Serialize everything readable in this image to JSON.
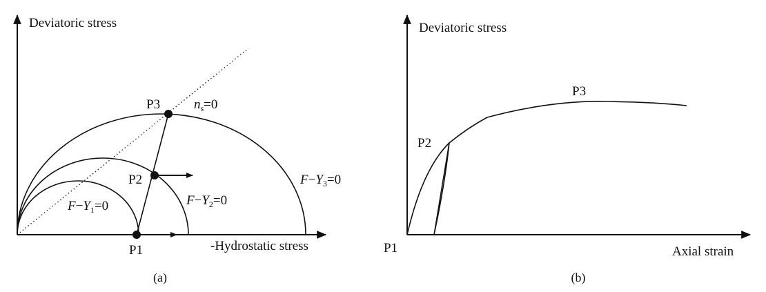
{
  "panel_a": {
    "y_axis_label": "Deviatoric stress",
    "x_axis_label": "-Hydrostatic stress",
    "caption": "(a)",
    "points": {
      "p1": "P1",
      "p2": "P2",
      "p3": "P3"
    },
    "curve_labels": {
      "y1": {
        "pre": "F",
        "minus": "−",
        "y": "Y",
        "sub": "1",
        "eq": "=0"
      },
      "y2": {
        "pre": "F",
        "minus": "−",
        "y": "Y",
        "sub": "2",
        "eq": "=0"
      },
      "y3": {
        "pre": "F",
        "minus": "−",
        "y": "Y",
        "sub": "3",
        "eq": "=0"
      },
      "n": {
        "n": "n",
        "sub": "s",
        "eq": "=0"
      }
    }
  },
  "panel_b": {
    "y_axis_label": "Deviatoric stress",
    "x_axis_label": "Axial strain",
    "caption": "(b)",
    "points": {
      "p1": "P1",
      "p2": "P2",
      "p3": "P3"
    }
  }
}
